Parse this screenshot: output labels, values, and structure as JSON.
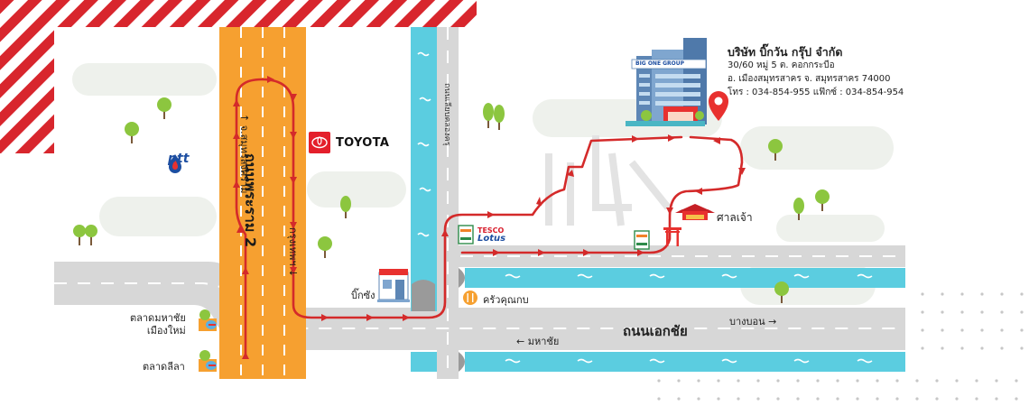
{
  "company": {
    "name": "บริษัท บิ๊กวัน กรุ๊ป จำกัด",
    "address1": "30/60 หมู่ 5 ต. คอกกระบือ",
    "address2": "อ. เมืองสมุทรสาคร จ. สมุทรสาคร 74000",
    "phone": "โทร : 034-854-955 แฟ๊กซ์ : 034-854-954",
    "building_sign": "BIG ONE GROUP"
  },
  "roads": {
    "main_vertical": "ถนนพระราม 2",
    "samut_songkhram": "↑ จ.สมุทรสงคราม",
    "bangkok": "กรุงเทพฯ ↓",
    "ekkachai": "ถนนเอกชัย",
    "canal_road": "ถนนเลียบคลองครุ",
    "bang_bon": "บางบอน →",
    "mahachai": "← มหาชัย"
  },
  "landmarks": {
    "toyota": "TOYOTA",
    "ptt": "ptt",
    "tesco_top": "TESCO",
    "tesco_bottom": "Lotus",
    "bigc": "บิ๊กซัง",
    "restaurant": "ครัวคุณกบ",
    "shrine": "ศาลเจ้า",
    "market_mahachai_1": "ตลาดมหาชัย",
    "market_mahachai_2": "เมืองใหม่",
    "market_lila": "ตลาดลีลา",
    "seven_eleven": "7"
  },
  "colors": {
    "route": "#d42a2a",
    "road_gray": "#d7d7d7",
    "highway_orange": "#f6a030",
    "canal": "#5bcde0",
    "park": "#eef1ec",
    "tree": "#8cc63f",
    "pin": "#e8312f"
  }
}
